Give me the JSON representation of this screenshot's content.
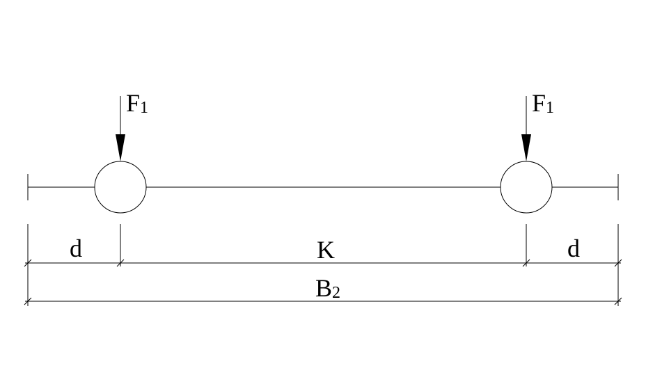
{
  "diagram": {
    "loads": [
      {
        "symbol": "F",
        "subscript": "1"
      },
      {
        "symbol": "F",
        "subscript": "1"
      }
    ],
    "dimensions": {
      "left_edge": "d",
      "between_loads": "K",
      "right_edge": "d",
      "total": {
        "symbol": "B",
        "subscript": "2"
      }
    },
    "colors": {
      "stroke": "#000000",
      "background": "#ffffff"
    }
  }
}
